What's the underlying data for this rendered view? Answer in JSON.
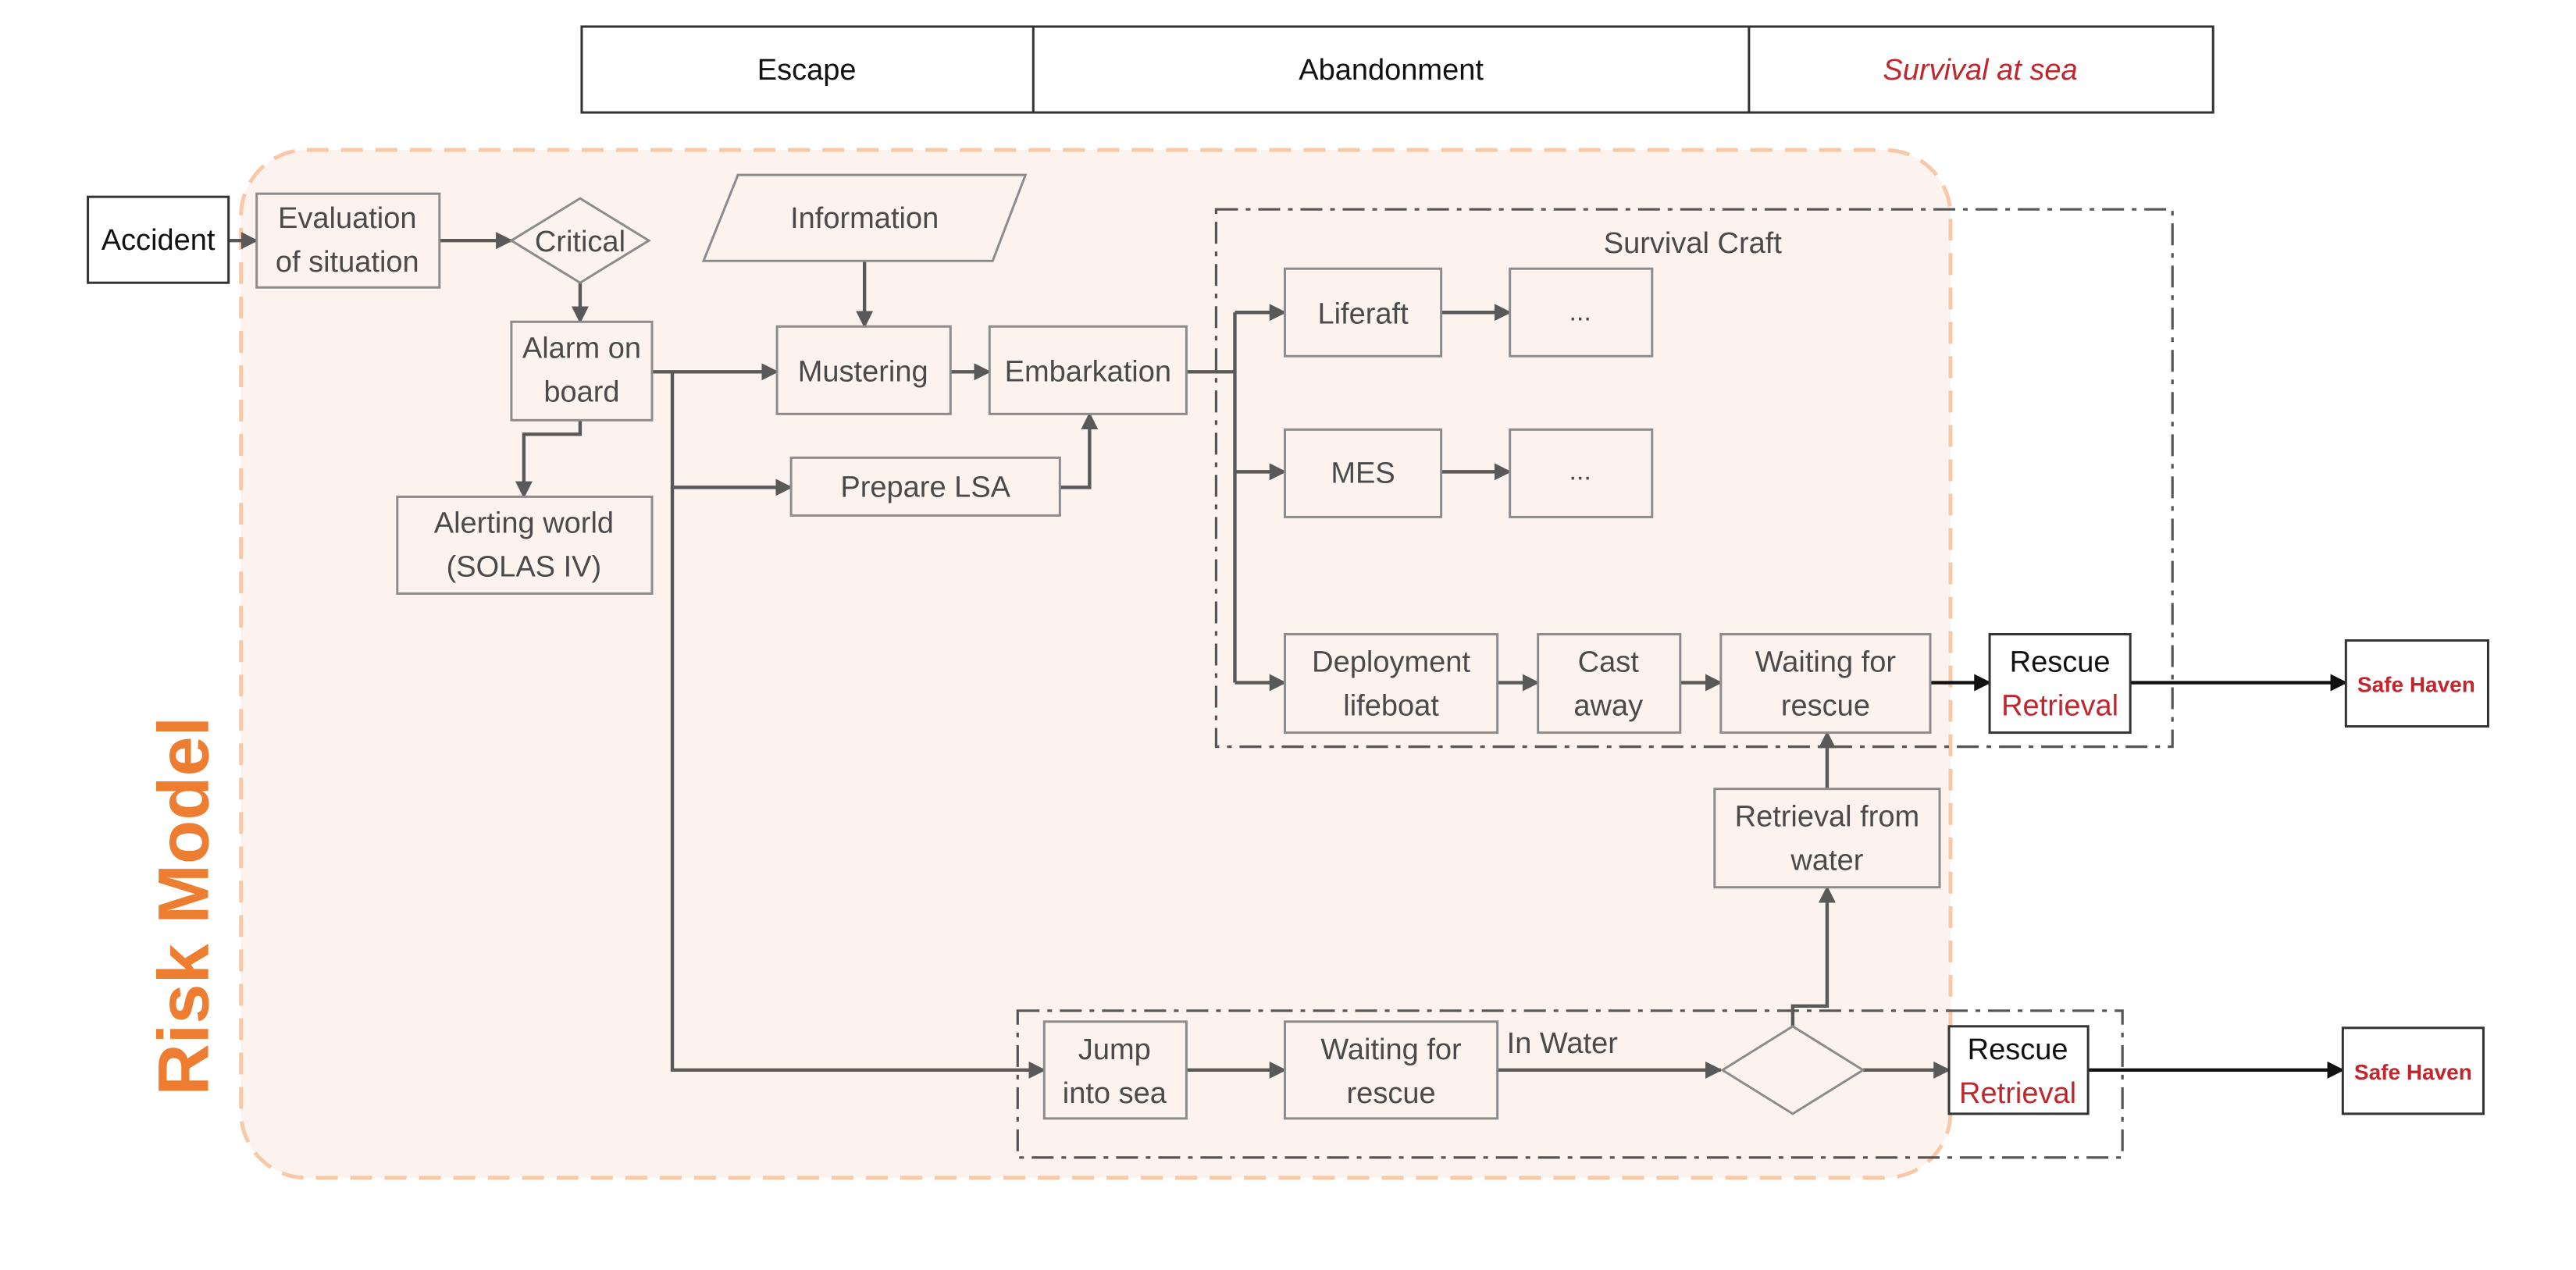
{
  "phases": {
    "escape": "Escape",
    "abandonment": "Abandonment",
    "survival": "Survival at sea"
  },
  "risk_model_label": "Risk Model",
  "nodes": {
    "accident": "Accident",
    "evaluation_1": "Evaluation",
    "evaluation_2": "of situation",
    "critical": "Critical",
    "alarm_1": "Alarm on",
    "alarm_2": "board",
    "alerting_1": "Alerting world",
    "alerting_2": "(SOLAS IV)",
    "information": "Information",
    "mustering": "Mustering",
    "embarkation": "Embarkation",
    "prepare_lsa": "Prepare LSA",
    "survival_craft": "Survival Craft",
    "liferaft": "Liferaft",
    "liferaft_next": "...",
    "mes": "MES",
    "mes_next": "...",
    "deployment_1": "Deployment",
    "deployment_2": "lifeboat",
    "castaway_1": "Cast",
    "castaway_2": "away",
    "waiting_craft_1": "Waiting for",
    "waiting_craft_2": "rescue",
    "rescue_top": "Rescue",
    "retrieval_top": "Retrieval",
    "safe_haven_top": "Safe Haven",
    "retrieval_water_1": "Retrieval from",
    "retrieval_water_2": "water",
    "jump_1": "Jump",
    "jump_2": "into sea",
    "waiting_water_1": "Waiting for",
    "waiting_water_2": "rescue",
    "in_water": "In Water",
    "rescue_bottom": "Rescue",
    "retrieval_bottom": "Retrieval",
    "safe_haven_bottom": "Safe Haven"
  },
  "colors": {
    "accent_orange": "#ED7D31",
    "risk_fill": "#FDF3EE",
    "risk_border": "#F8C9A8",
    "red_text": "#C0272D",
    "gray_line": "#595959",
    "box_border": "#8C8C8C"
  }
}
